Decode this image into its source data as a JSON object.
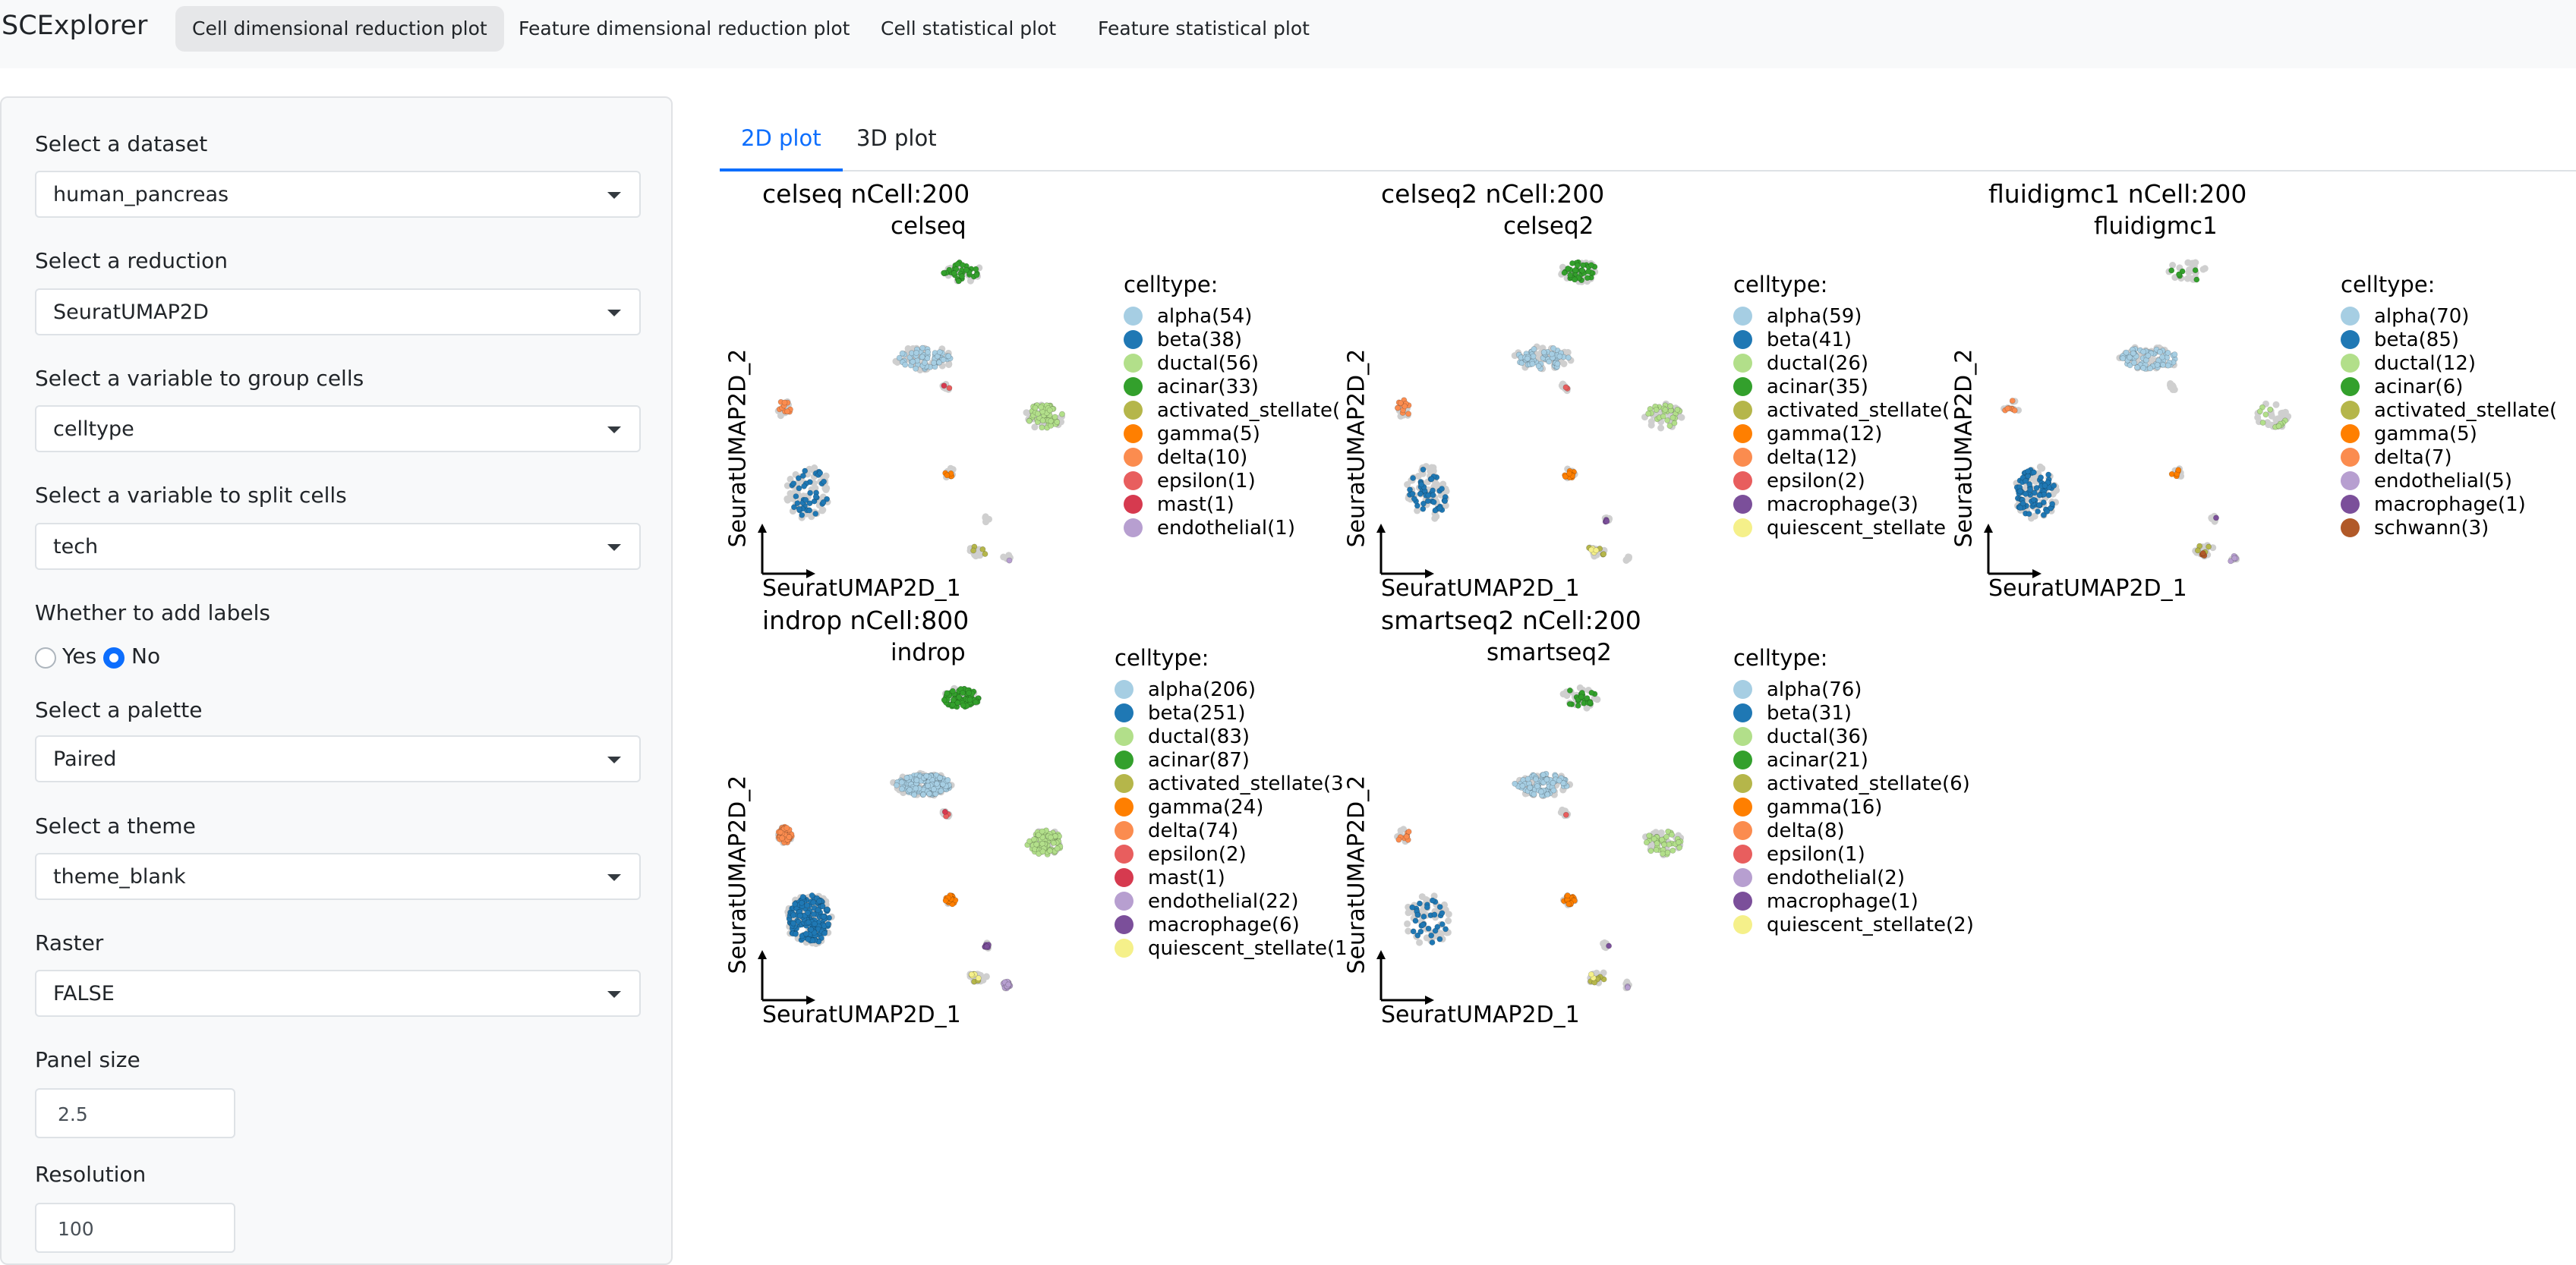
{
  "app": {
    "brand": "SCExplorer",
    "nav": [
      {
        "label": "Cell dimensional reduction plot",
        "active": true
      },
      {
        "label": "Feature dimensional reduction plot",
        "active": false
      },
      {
        "label": "Cell statistical plot",
        "active": false
      },
      {
        "label": "Feature statistical plot",
        "active": false
      }
    ]
  },
  "sidebar": {
    "dataset": {
      "label": "Select a dataset",
      "value": "human_pancreas"
    },
    "reduction": {
      "label": "Select a reduction",
      "value": "SeuratUMAP2D"
    },
    "group": {
      "label": "Select a variable to group cells",
      "value": "celltype"
    },
    "split": {
      "label": "Select a variable to split cells",
      "value": "tech"
    },
    "labels": {
      "label": "Whether to add labels",
      "yes": "Yes",
      "no": "No",
      "selected": "No"
    },
    "palette": {
      "label": "Select a palette",
      "value": "Paired"
    },
    "theme": {
      "label": "Select a theme",
      "value": "theme_blank"
    },
    "raster": {
      "label": "Raster",
      "value": "FALSE"
    },
    "panel_size": {
      "label": "Panel size",
      "value": "2.5"
    },
    "resolution": {
      "label": "Resolution",
      "value": "100"
    }
  },
  "main": {
    "tabs": [
      {
        "label": "2D plot",
        "active": true
      },
      {
        "label": "3D plot",
        "active": false
      }
    ]
  },
  "palette_colors": {
    "alpha": "#a6cee3",
    "beta": "#1f78b4",
    "ductal": "#b2df8a",
    "acinar": "#33a02c",
    "activated_stellate": "#b5b64a",
    "gamma": "#ff7f00",
    "delta": "#fb8c4f",
    "epsilon": "#e85e5e",
    "mast": "#d63a4f",
    "endothelial": "#b79fd0",
    "macrophage": "#7b4f9a",
    "quiescent_stellate": "#f5f08a",
    "schwann": "#b15928",
    "background_cells": "#cfcfcf"
  },
  "chart_data": [
    {
      "type": "scatter",
      "title": "celseq nCell:200",
      "subtitle": "celseq",
      "xlabel": "SeuratUMAP2D_1",
      "ylabel": "SeuratUMAP2D_2",
      "legend_title": "celltype:",
      "legend_placement": "right",
      "series": [
        {
          "name": "alpha(54)",
          "key": "alpha",
          "count": 54
        },
        {
          "name": "beta(38)",
          "key": "beta",
          "count": 38
        },
        {
          "name": "ductal(56)",
          "key": "ductal",
          "count": 56
        },
        {
          "name": "acinar(33)",
          "key": "acinar",
          "count": 33
        },
        {
          "name": "activated_stellate(",
          "key": "activated_stellate",
          "count": null
        },
        {
          "name": "gamma(5)",
          "key": "gamma",
          "count": 5
        },
        {
          "name": "delta(10)",
          "key": "delta",
          "count": 10
        },
        {
          "name": "epsilon(1)",
          "key": "epsilon",
          "count": 1
        },
        {
          "name": "mast(1)",
          "key": "mast",
          "count": 1
        },
        {
          "name": "endothelial(1)",
          "key": "endothelial",
          "count": 1
        }
      ]
    },
    {
      "type": "scatter",
      "title": "celseq2 nCell:200",
      "subtitle": "celseq2",
      "xlabel": "SeuratUMAP2D_1",
      "ylabel": "SeuratUMAP2D_2",
      "legend_title": "celltype:",
      "legend_placement": "right",
      "series": [
        {
          "name": "alpha(59)",
          "key": "alpha",
          "count": 59
        },
        {
          "name": "beta(41)",
          "key": "beta",
          "count": 41
        },
        {
          "name": "ductal(26)",
          "key": "ductal",
          "count": 26
        },
        {
          "name": "acinar(35)",
          "key": "acinar",
          "count": 35
        },
        {
          "name": "activated_stellate(",
          "key": "activated_stellate",
          "count": null
        },
        {
          "name": "gamma(12)",
          "key": "gamma",
          "count": 12
        },
        {
          "name": "delta(12)",
          "key": "delta",
          "count": 12
        },
        {
          "name": "epsilon(2)",
          "key": "epsilon",
          "count": 2
        },
        {
          "name": "macrophage(3)",
          "key": "macrophage",
          "count": 3
        },
        {
          "name": "quiescent_stellate",
          "key": "quiescent_stellate",
          "count": null
        }
      ]
    },
    {
      "type": "scatter",
      "title": "fluidigmc1 nCell:200",
      "subtitle": "fluidigmc1",
      "xlabel": "SeuratUMAP2D_1",
      "ylabel": "SeuratUMAP2D_2",
      "legend_title": "celltype:",
      "legend_placement": "right",
      "series": [
        {
          "name": "alpha(70)",
          "key": "alpha",
          "count": 70
        },
        {
          "name": "beta(85)",
          "key": "beta",
          "count": 85
        },
        {
          "name": "ductal(12)",
          "key": "ductal",
          "count": 12
        },
        {
          "name": "acinar(6)",
          "key": "acinar",
          "count": 6
        },
        {
          "name": "activated_stellate(",
          "key": "activated_stellate",
          "count": null
        },
        {
          "name": "gamma(5)",
          "key": "gamma",
          "count": 5
        },
        {
          "name": "delta(7)",
          "key": "delta",
          "count": 7
        },
        {
          "name": "endothelial(5)",
          "key": "endothelial",
          "count": 5
        },
        {
          "name": "macrophage(1)",
          "key": "macrophage",
          "count": 1
        },
        {
          "name": "schwann(3)",
          "key": "schwann",
          "count": 3
        }
      ]
    },
    {
      "type": "scatter",
      "title": "indrop nCell:800",
      "subtitle": "indrop",
      "xlabel": "SeuratUMAP2D_1",
      "ylabel": "SeuratUMAP2D_2",
      "legend_title": "celltype:",
      "legend_placement": "right",
      "series": [
        {
          "name": "alpha(206)",
          "key": "alpha",
          "count": 206
        },
        {
          "name": "beta(251)",
          "key": "beta",
          "count": 251
        },
        {
          "name": "ductal(83)",
          "key": "ductal",
          "count": 83
        },
        {
          "name": "acinar(87)",
          "key": "acinar",
          "count": 87
        },
        {
          "name": "activated_stellate(3",
          "key": "activated_stellate",
          "count": null
        },
        {
          "name": "gamma(24)",
          "key": "gamma",
          "count": 24
        },
        {
          "name": "delta(74)",
          "key": "delta",
          "count": 74
        },
        {
          "name": "epsilon(2)",
          "key": "epsilon",
          "count": 2
        },
        {
          "name": "mast(1)",
          "key": "mast",
          "count": 1
        },
        {
          "name": "endothelial(22)",
          "key": "endothelial",
          "count": 22
        },
        {
          "name": "macrophage(6)",
          "key": "macrophage",
          "count": 6
        },
        {
          "name": "quiescent_stellate(1",
          "key": "quiescent_stellate",
          "count": null
        }
      ]
    },
    {
      "type": "scatter",
      "title": "smartseq2 nCell:200",
      "subtitle": "smartseq2",
      "xlabel": "SeuratUMAP2D_1",
      "ylabel": "SeuratUMAP2D_2",
      "legend_title": "celltype:",
      "legend_placement": "right",
      "series": [
        {
          "name": "alpha(76)",
          "key": "alpha",
          "count": 76
        },
        {
          "name": "beta(31)",
          "key": "beta",
          "count": 31
        },
        {
          "name": "ductal(36)",
          "key": "ductal",
          "count": 36
        },
        {
          "name": "acinar(21)",
          "key": "acinar",
          "count": 21
        },
        {
          "name": "activated_stellate(6)",
          "key": "activated_stellate",
          "count": 6
        },
        {
          "name": "gamma(16)",
          "key": "gamma",
          "count": 16
        },
        {
          "name": "delta(8)",
          "key": "delta",
          "count": 8
        },
        {
          "name": "epsilon(1)",
          "key": "epsilon",
          "count": 1
        },
        {
          "name": "endothelial(2)",
          "key": "endothelial",
          "count": 2
        },
        {
          "name": "macrophage(1)",
          "key": "macrophage",
          "count": 1
        },
        {
          "name": "quiescent_stellate(2)",
          "key": "quiescent_stellate",
          "count": 2
        }
      ]
    }
  ]
}
